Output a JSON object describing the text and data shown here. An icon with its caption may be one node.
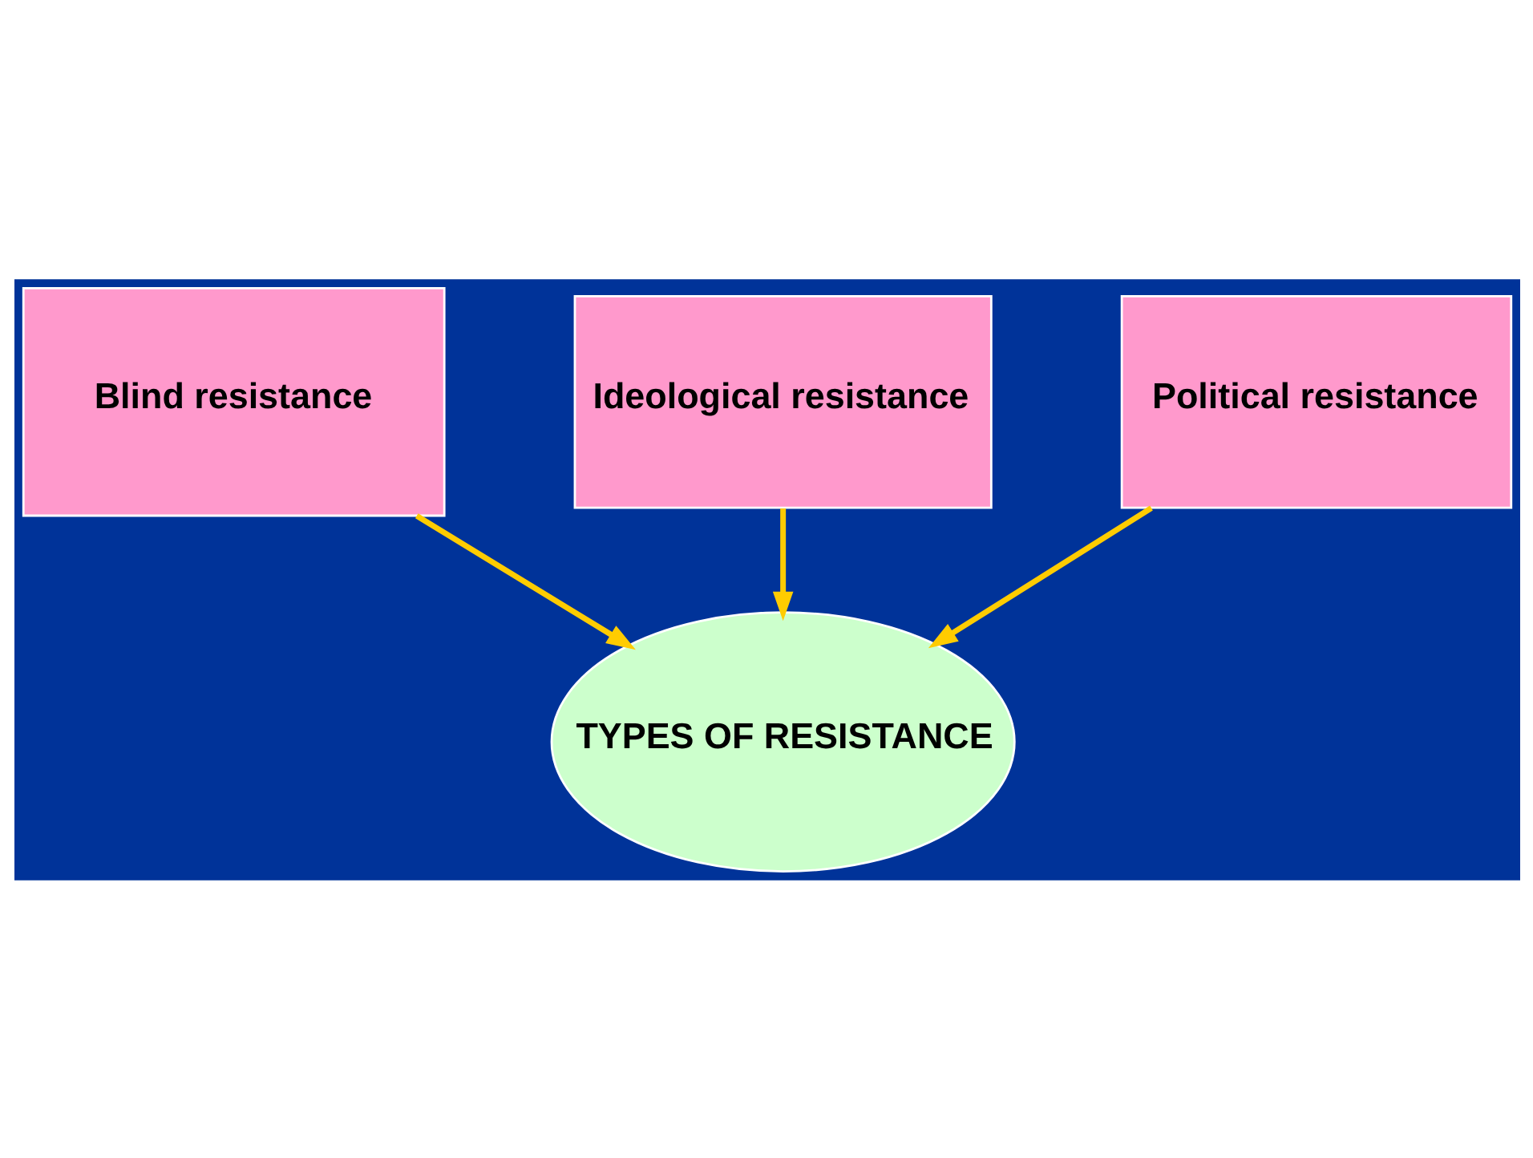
{
  "diagram": {
    "nodes": [
      {
        "text": [
          "Blind resistance"
        ]
      },
      {
        "text": [
          "TYPES OF RESISTANCE"
        ]
      },
      {
        "text": [
          "Ideological resistance"
        ]
      },
      {
        "text": [
          "Political resistance"
        ]
      }
    ],
    "edges": [
      {
        "from": 0,
        "to": 1,
        "arrow": "to"
      },
      {
        "from": 2,
        "to": 1,
        "arrow": "to"
      },
      {
        "from": 3,
        "to": 1,
        "arrow": "to"
      }
    ]
  }
}
